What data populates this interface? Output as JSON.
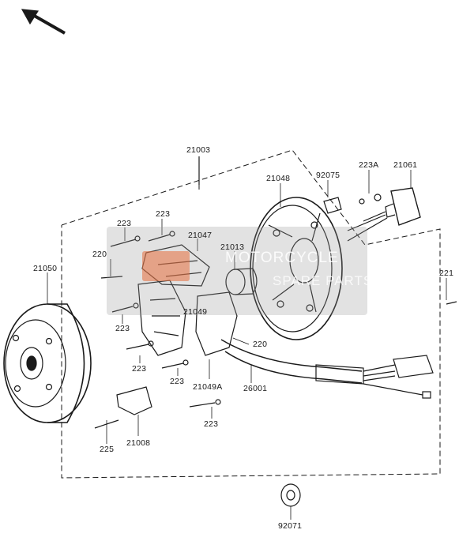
{
  "labels": {
    "l21003": "21003",
    "l21048": "21048",
    "l92075": "92075",
    "l223A": "223A",
    "l21061": "21061",
    "l223a": "223",
    "l223b": "223",
    "l220a": "220",
    "l21047": "21047",
    "l21013": "21013",
    "l21050": "21050",
    "l223c": "223",
    "l21049": "21049",
    "l220b": "220",
    "l223d": "223",
    "l223e": "223",
    "l21049A": "21049A",
    "l26001": "26001",
    "l221": "221",
    "l225": "225",
    "l21008": "21008",
    "l223f": "223",
    "l92071": "92071"
  },
  "watermark": {
    "line1": "MOTORCYCLE",
    "line2": "SPARE PARTS"
  }
}
